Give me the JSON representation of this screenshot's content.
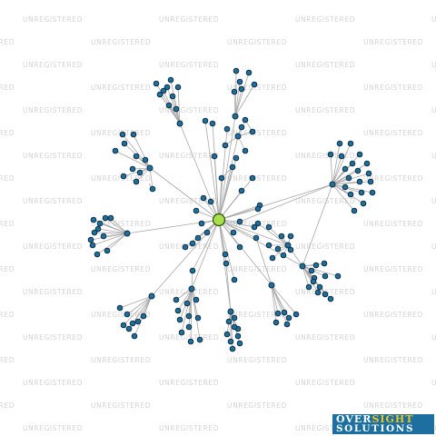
{
  "watermark": {
    "text": "UNREGISTERED"
  },
  "logo": {
    "word_over": "OVER",
    "word_sight": "SIGHT",
    "word_solutions": "SOLUTIONS"
  },
  "colors": {
    "node": "#1f6f9c",
    "center_node": "#a6e04a",
    "edge": "#a8a8a8",
    "logo_bg": "#1d6fa0",
    "logo_accent": "#f2c21c"
  },
  "graph": {
    "center": "C",
    "clusters": [
      {
        "id": "k1",
        "hub": true,
        "leaves": 9
      },
      {
        "id": "k2",
        "hub": true,
        "leaves": 6
      },
      {
        "id": "k3",
        "hub": true,
        "leaves": 11
      },
      {
        "id": "k4",
        "hub": true,
        "leaves": 19
      },
      {
        "id": "k5",
        "hub": true,
        "leaves": 10
      },
      {
        "id": "k6",
        "hub": true,
        "leaves": 9
      },
      {
        "id": "k7",
        "hub": true,
        "leaves": 12
      },
      {
        "id": "k8",
        "hub": true,
        "leaves": 8
      },
      {
        "id": "k9",
        "hub": true,
        "leaves": 11
      },
      {
        "id": "k10",
        "hub": true,
        "leaves": 9
      },
      {
        "id": "k11",
        "hub": true,
        "leaves": 6
      },
      {
        "id": "k12",
        "hub": true,
        "leaves": 4
      }
    ]
  }
}
